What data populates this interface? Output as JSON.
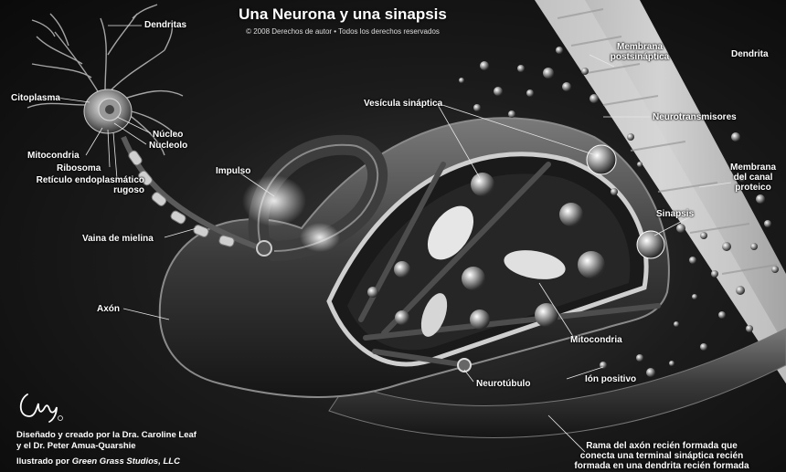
{
  "header": {
    "title": "Una Neurona y una sinapsis",
    "subtitle": "© 2008 Derechos de autor • Todos los derechos reservados"
  },
  "labels": {
    "dendritas": "Dendritas",
    "citoplasma": "Citoplasma",
    "nucleo": "Núcleo",
    "nucleolo": "Nucleolo",
    "mitocondria_cell": "Mitocondria",
    "ribosoma": "Ribosoma",
    "reticulo_line1": "Retículo endoplasmático",
    "reticulo_line2": "rugoso",
    "impulso": "Impulso",
    "vaina": "Vaina de mielina",
    "axon": "Axón",
    "vesicula": "Vesícula sináptica",
    "membrana_post_line1": "Membrana",
    "membrana_post_line2": "postsináptica",
    "dendrita": "Dendrita",
    "neurotransmisores": "Neurotransmisores",
    "membrana_canal_line1": "Membrana",
    "membrana_canal_line2": "del canal",
    "membrana_canal_line3": "proteico",
    "sinapsis": "Sinapsis",
    "mitocondria_terminal": "Mitocondria",
    "ion_positivo": "Ión positivo",
    "neurotubulo": "Neurotúbulo",
    "rama_line1": "Rama del axón recién formada que",
    "rama_line2": "conecta una terminal sináptica recién",
    "rama_line3": "formada en una dendrita recién formada"
  },
  "credits": {
    "line1": "Diseñado y creado por la Dra. Caroline Leaf",
    "line2": "y el Dr. Peter Amua-Quarshie",
    "line3_prefix": "Ilustrado por ",
    "line3_studio": "Green Grass Studios, LLC"
  }
}
